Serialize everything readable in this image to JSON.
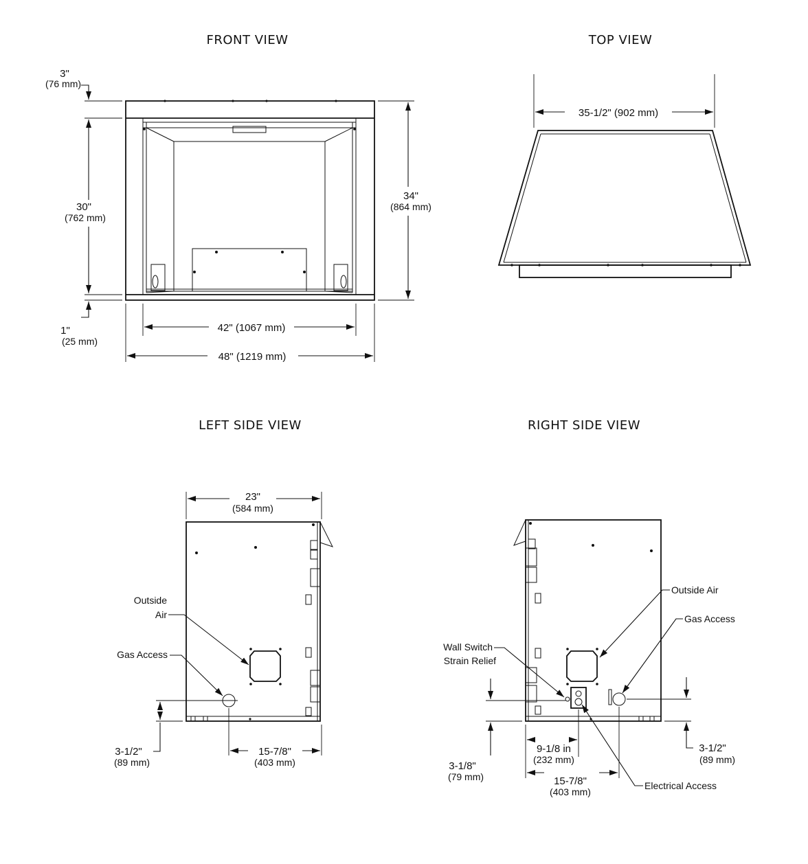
{
  "views": {
    "front": {
      "title": "FRONT VIEW",
      "top_inset": {
        "in": "3\"",
        "mm": "(76 mm)"
      },
      "opening_height": {
        "in": "30\"",
        "mm": "(762 mm)"
      },
      "overall_height": {
        "in": "34\"",
        "mm": "(864 mm)"
      },
      "bottom_inset": {
        "in": "1\"",
        "mm": "(25 mm)"
      },
      "opening_width": "42\" (1067 mm)",
      "overall_width": "48\" (1219 mm)"
    },
    "top": {
      "title": "TOP VIEW",
      "width": "35-1/2\" (902 mm)"
    },
    "left_side": {
      "title": "LEFT SIDE VIEW",
      "depth": {
        "in": "23\"",
        "mm": "(584 mm)"
      },
      "outside_air": [
        "Outside",
        "Air"
      ],
      "gas_access": "Gas Access",
      "gas_height": {
        "in": "3-1/2\"",
        "mm": "(89 mm)"
      },
      "gas_offset": {
        "in": "15-7/8\"",
        "mm": "(403 mm)"
      }
    },
    "right_side": {
      "title": "RIGHT SIDE VIEW",
      "outside_air": "Outside Air",
      "gas_access": "Gas Access",
      "wall_switch": [
        "Wall Switch",
        "Strain Relief"
      ],
      "electrical_access": "Electrical Access",
      "electrical_height": {
        "in": "3-1/8\"",
        "mm": "(79 mm)"
      },
      "gas_height": {
        "in": "3-1/2\"",
        "mm": "(89 mm)"
      },
      "electrical_offset": {
        "in": "9-1/8 in",
        "mm": "(232 mm)"
      },
      "gas_offset": {
        "in": "15-7/8\"",
        "mm": "(403 mm)"
      }
    }
  }
}
